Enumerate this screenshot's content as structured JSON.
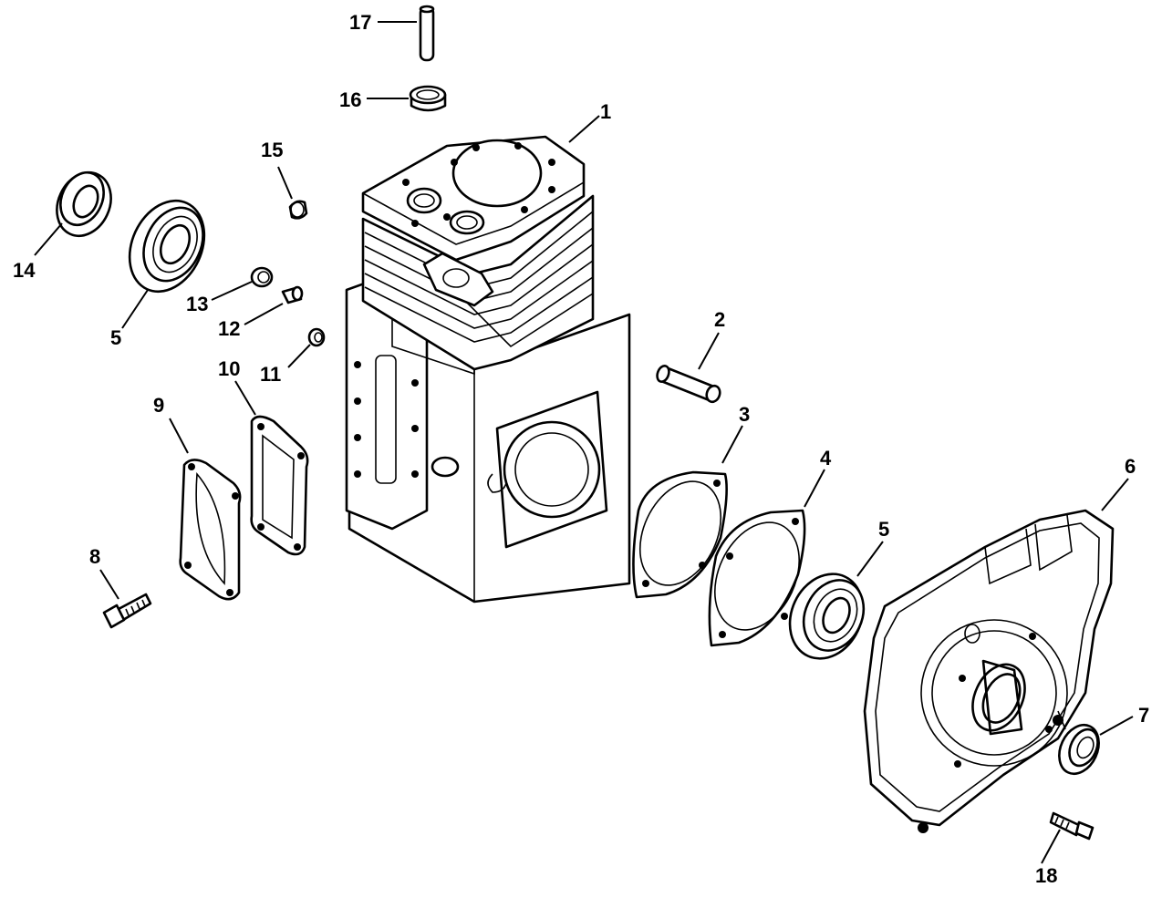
{
  "callouts": [
    {
      "id": "c1",
      "text": "1"
    },
    {
      "id": "c2",
      "text": "2"
    },
    {
      "id": "c3",
      "text": "3"
    },
    {
      "id": "c4",
      "text": "4"
    },
    {
      "id": "c5a",
      "text": "5"
    },
    {
      "id": "c5b",
      "text": "5"
    },
    {
      "id": "c6",
      "text": "6"
    },
    {
      "id": "c7",
      "text": "7"
    },
    {
      "id": "c8",
      "text": "8"
    },
    {
      "id": "c9",
      "text": "9"
    },
    {
      "id": "c10",
      "text": "10"
    },
    {
      "id": "c11",
      "text": "11"
    },
    {
      "id": "c12",
      "text": "12"
    },
    {
      "id": "c13",
      "text": "13"
    },
    {
      "id": "c14",
      "text": "14"
    },
    {
      "id": "c15",
      "text": "15"
    },
    {
      "id": "c16",
      "text": "16"
    },
    {
      "id": "c17",
      "text": "17"
    },
    {
      "id": "c18",
      "text": "18"
    }
  ],
  "colors": {
    "ink": "#000000",
    "paper": "#ffffff"
  }
}
